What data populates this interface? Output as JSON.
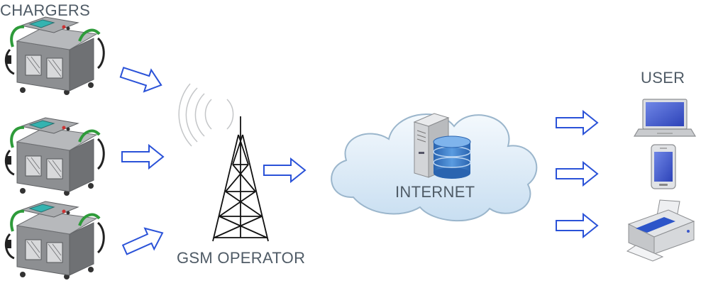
{
  "labels": {
    "chargers": "CHARGERS",
    "gsm_operator": "GSM OPERATOR",
    "internet": "INTERNET",
    "user": "USER"
  },
  "colors": {
    "arrow_stroke": "#2a52d8",
    "label_text": "#4f5b66",
    "cloud_fill": "#d7e8f7",
    "cloud_stroke": "#9bb6cc",
    "charger_body": "#8d8f92",
    "charger_accent": "#2e9b3a",
    "database_blue": "#3a7bc8",
    "device_blue": "#3b57c9"
  },
  "icons": [
    "charger-unit-icon",
    "gsm-tower-icon",
    "signal-waves-icon",
    "cloud-icon",
    "server-icon",
    "database-icon",
    "laptop-icon",
    "smartphone-icon",
    "printer-icon"
  ]
}
